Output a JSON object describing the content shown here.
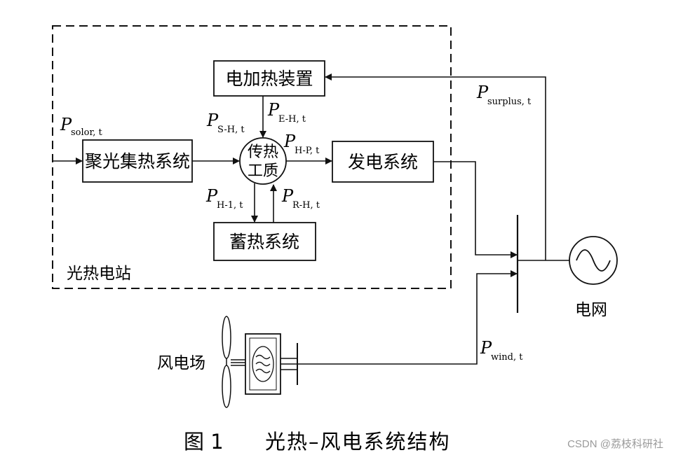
{
  "diagram": {
    "boxes": {
      "electric_heater": "电加热装置",
      "solar_collector": "聚光集热系统",
      "heat_medium_line1": "传热",
      "heat_medium_line2": "工质",
      "power_generation": "发电系统",
      "heat_storage": "蓄热系统"
    },
    "region_label": "光热电站",
    "grid_label": "电网",
    "wind_farm_label": "风电场",
    "flows": {
      "P_symbol": "P",
      "solor": "solor, t",
      "S_H": "S-H, t",
      "E_H": "E-H, t",
      "H_P": "H-P, t",
      "H_1": "H-1, t",
      "R_H": "R-H, t",
      "surplus": "surplus, t",
      "wind": "wind, t"
    },
    "caption_num": "图 1",
    "caption_text": "光热–风电系统结构"
  },
  "watermark": "CSDN @荔枝科研社"
}
